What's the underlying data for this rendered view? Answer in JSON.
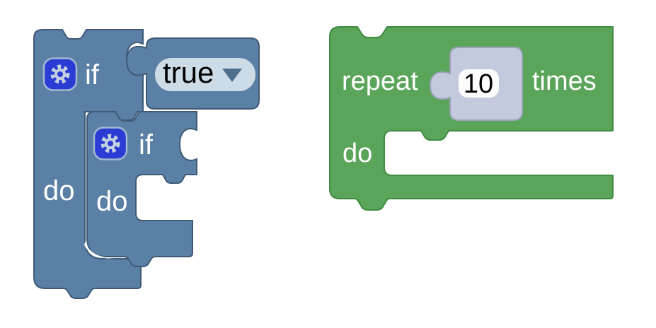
{
  "workspace": {
    "background": "#ffffff"
  },
  "colors": {
    "logic_fill": "#5b80a5",
    "logic_stroke": "#3f5a75",
    "loop_fill": "#5aa55a",
    "loop_stroke": "#3e8b41",
    "shadow_fill": "#c4cade",
    "shadow_stroke": "#9ba3ba",
    "field_bg": "#fcfcfd",
    "dropdown_bg": "#cddbe6",
    "dropdown_arrow": "#4e6e8e",
    "icon_bg": "#2b3cd5",
    "icon_border": "#a3b8d2",
    "icon_glyph": "#c3d0e0",
    "label_color": "#ffffff",
    "value_text": "#000000"
  },
  "blocks": {
    "outer_if": {
      "type": "controls_if",
      "label_if": "if",
      "label_do": "do"
    },
    "condition": {
      "type": "logic_boolean",
      "dropdown_value": "true"
    },
    "inner_if": {
      "type": "controls_if",
      "label_if": "if",
      "label_do": "do"
    },
    "repeat": {
      "type": "controls_repeat_ext",
      "label_repeat": "repeat",
      "label_times": "times",
      "label_do": "do"
    },
    "count": {
      "type": "math_number",
      "value": "10"
    }
  }
}
